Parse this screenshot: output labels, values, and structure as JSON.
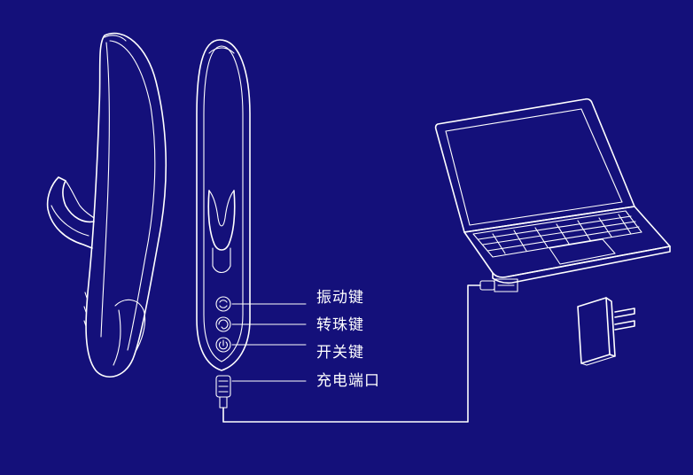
{
  "colors": {
    "background": "#14107a",
    "line": "#ffffff"
  },
  "labels": {
    "vibration_key": "振动键",
    "rotation_key": "转珠键",
    "power_key": "开关键",
    "charging_port": "充电端口"
  }
}
